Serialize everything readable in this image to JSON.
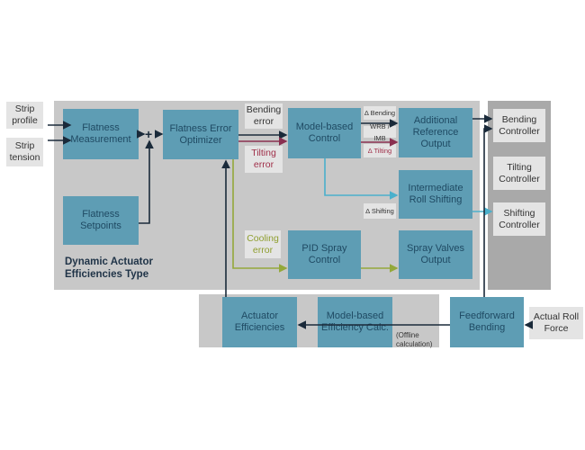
{
  "inputs": {
    "strip_profile": "Strip profile",
    "strip_tension": "Strip tension",
    "actual_roll_force": "Actual Roll Force"
  },
  "blocks": {
    "flatness_measurement": "Flatness Measurement",
    "flatness_setpoints": "Flatness Setpoints",
    "sum": "+",
    "flatness_error_optimizer": "Flatness Error Optimizer",
    "model_based_control": "Model-based Control",
    "additional_reference_output": "Additional Reference Output",
    "intermediate_roll_shifting": "Intermediate Roll Shifting",
    "pid_spray_control": "PID Spray Control",
    "spray_valves_output": "Spray Valves Output",
    "actuator_efficiencies": "Actuator Efficiencies",
    "model_based_efficiency_calc": "Model-based Efficiency Calc.",
    "feedforward_bending": "Feedforward Bending"
  },
  "signals": {
    "bending_error": "Bending error",
    "tilting_error": "Tilting error",
    "cooling_error": "Cooling error",
    "delta_bending": "Δ Bending",
    "wrb_imb": "WRB / IMB",
    "delta_tilting": "Δ Tilting",
    "delta_shifting": "Δ Shifting",
    "offline": "(Offline calculation)"
  },
  "controllers": {
    "bending": "Bending Controller",
    "tilting": "Tilting Controller",
    "shifting": "Shifting Controller"
  },
  "panel_title": "Dynamic Actuator Efficiencies Type",
  "colors": {
    "block": "#5e9db4",
    "bending": "#1a2a3a",
    "tilting": "#8a3050",
    "cooling": "#94a83a",
    "shifting": "#4ab0cc"
  }
}
